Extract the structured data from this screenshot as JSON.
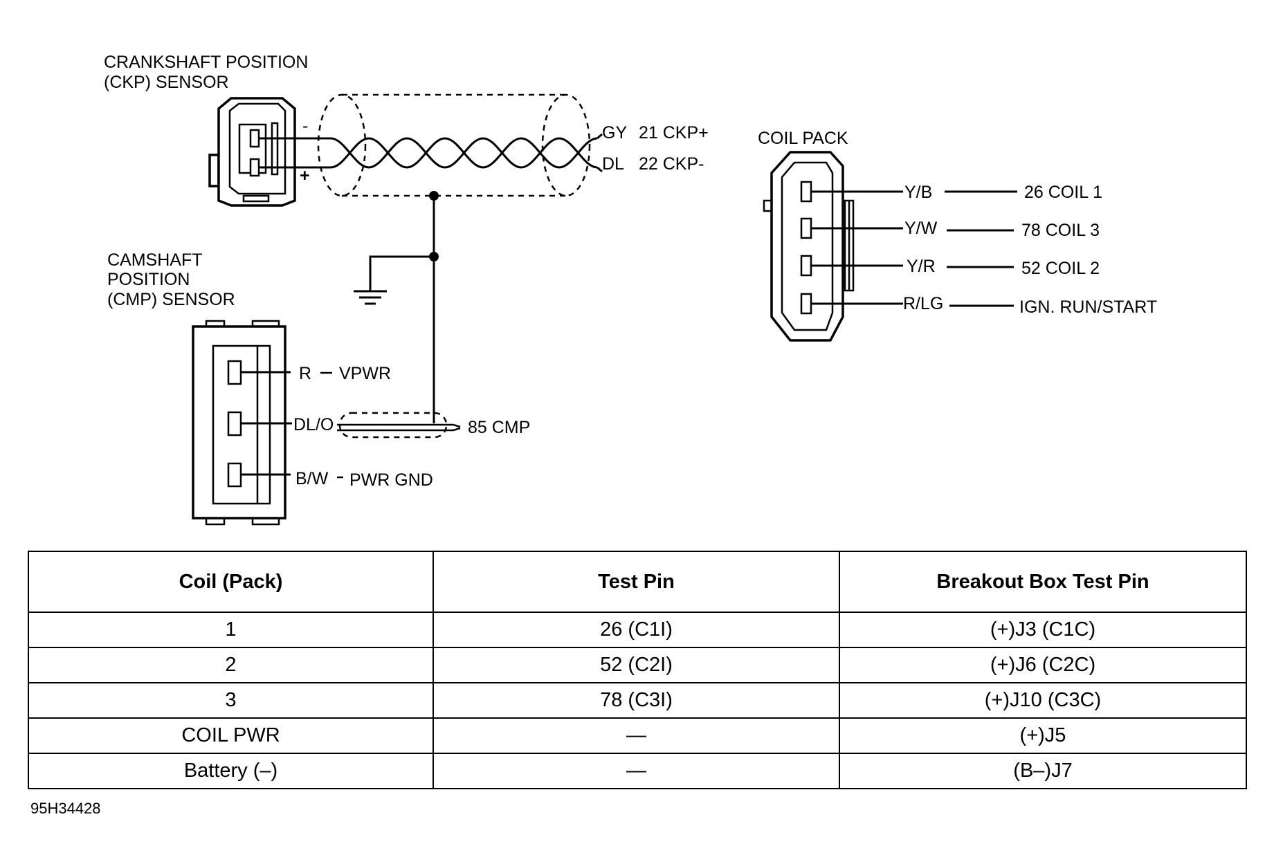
{
  "ckp": {
    "title_line1": "CRANKSHAFT POSITION",
    "title_line2": "(CKP) SENSOR",
    "plus": "+",
    "minus": "-",
    "wires": [
      {
        "color": "GY",
        "pin": "21 CKP+"
      },
      {
        "color": "DL",
        "pin": "22 CKP-"
      }
    ]
  },
  "cmp": {
    "title_line1": "CAMSHAFT",
    "title_line2": "POSITION",
    "title_line3": "(CMP) SENSOR",
    "wires": [
      {
        "color": "R",
        "pin": "VPWR"
      },
      {
        "color": "DL/O",
        "pin": "85 CMP"
      },
      {
        "color": "B/W",
        "pin": "PWR GND"
      }
    ]
  },
  "coil_pack": {
    "title": "COIL PACK",
    "wires": [
      {
        "color": "Y/B",
        "pin": "26 COIL 1"
      },
      {
        "color": "Y/W",
        "pin": "78 COIL 3"
      },
      {
        "color": "Y/R",
        "pin": "52 COIL 2"
      },
      {
        "color": "R/LG",
        "pin": "IGN. RUN/START"
      }
    ]
  },
  "table": {
    "headers": [
      "Coil (Pack)",
      "Test Pin",
      "Breakout Box Test Pin"
    ],
    "rows": [
      [
        "1",
        "26 (C1I)",
        "(+)J3 (C1C)"
      ],
      [
        "2",
        "52 (C2I)",
        "(+)J6 (C2C)"
      ],
      [
        "3",
        "78 (C3I)",
        "(+)J10 (C3C)"
      ],
      [
        "COIL PWR",
        "—",
        "(+)J5"
      ],
      [
        "Battery (–)",
        "—",
        "(B–)J7"
      ]
    ]
  },
  "figure_id": "95H34428"
}
